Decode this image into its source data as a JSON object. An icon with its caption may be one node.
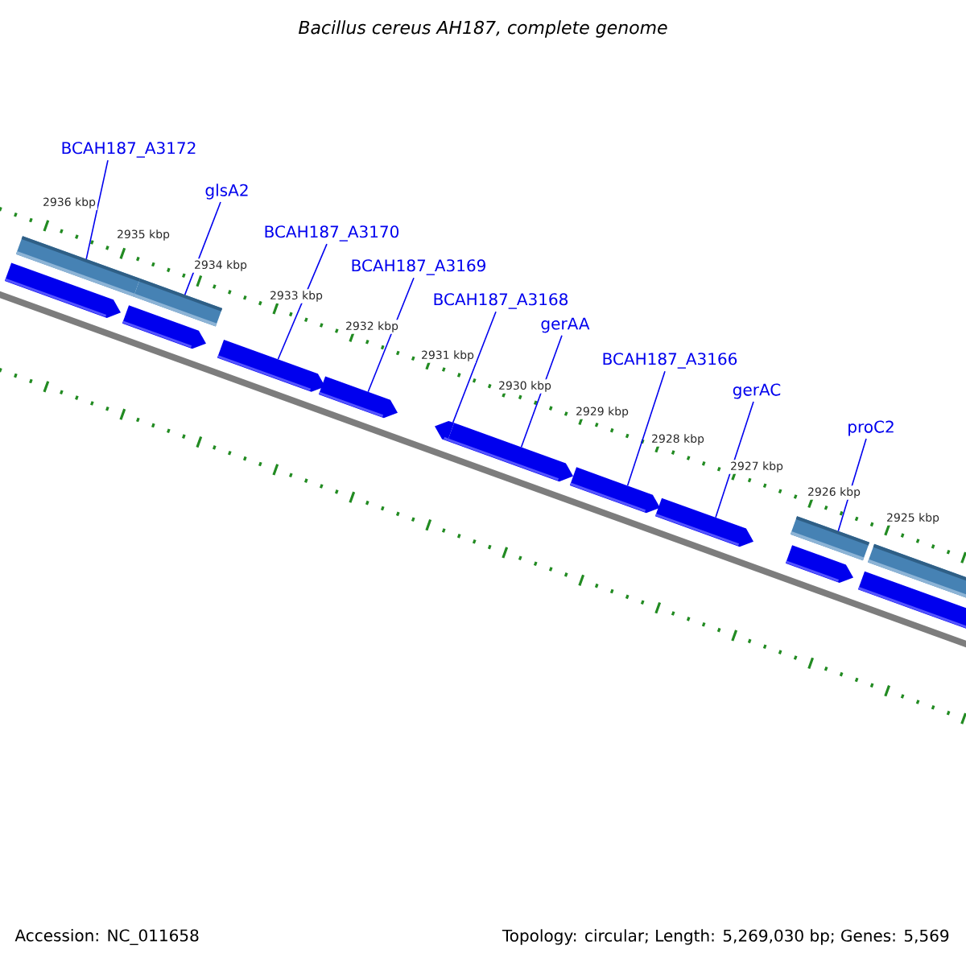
{
  "diagram": {
    "title": "Bacillus cereus AH187, complete genome",
    "nodes": [
      {
        "text": [
          "BCAH187_A3172"
        ]
      },
      {
        "text": [
          "glsA2"
        ]
      },
      {
        "text": [
          "BCAH187_A3170"
        ]
      },
      {
        "text": [
          "BCAH187_A3169"
        ]
      },
      {
        "text": [
          "BCAH187_A3168"
        ]
      },
      {
        "text": [
          "gerAA"
        ]
      },
      {
        "text": [
          "BCAH187_A3166"
        ]
      },
      {
        "text": [
          "gerAC"
        ]
      },
      {
        "text": [
          "proC2"
        ]
      },
      {
        "text": [],
        "shape": "pentagon"
      },
      {
        "text": [],
        "shape": "bar"
      },
      {
        "text": [],
        "shape": "pentagon"
      },
      {
        "text": [],
        "shape": "bar"
      },
      {
        "text": [],
        "shape": "pentagon"
      },
      {
        "text": [],
        "shape": "pentagon"
      },
      {
        "text": [],
        "shape": "pentagon"
      },
      {
        "text": [],
        "shape": "pentagon"
      },
      {
        "text": [],
        "shape": "pentagon"
      },
      {
        "text": [],
        "shape": "pentagon"
      },
      {
        "text": [],
        "shape": "pentagon"
      },
      {
        "text": [],
        "shape": "bar"
      },
      {
        "text": [],
        "shape": "pentagon"
      },
      {
        "text": [],
        "shape": "bar"
      }
    ],
    "edges": [
      {
        "from": 0,
        "to": 10,
        "arrow": "none"
      },
      {
        "from": 1,
        "to": 12,
        "arrow": "none"
      },
      {
        "from": 2,
        "to": 13,
        "arrow": "none"
      },
      {
        "from": 3,
        "to": 14,
        "arrow": "none"
      },
      {
        "from": 4,
        "to": 15,
        "arrow": "none"
      },
      {
        "from": 5,
        "to": 16,
        "arrow": "none"
      },
      {
        "from": 6,
        "to": 17,
        "arrow": "none"
      },
      {
        "from": 7,
        "to": 18,
        "arrow": "none"
      },
      {
        "from": 8,
        "to": 20,
        "arrow": "none"
      }
    ],
    "labels": [
      "2936 kbp",
      "2935 kbp",
      "2934 kbp",
      "2933 kbp",
      "2932 kbp",
      "2931 kbp",
      "2930 kbp",
      "2929 kbp",
      "2928 kbp",
      "2927 kbp",
      "2926 kbp",
      "2925 kbp",
      "Accession: NC_011658",
      "Topology: circular; Length: 5,269,030 bp; Genes: 5,569"
    ]
  }
}
